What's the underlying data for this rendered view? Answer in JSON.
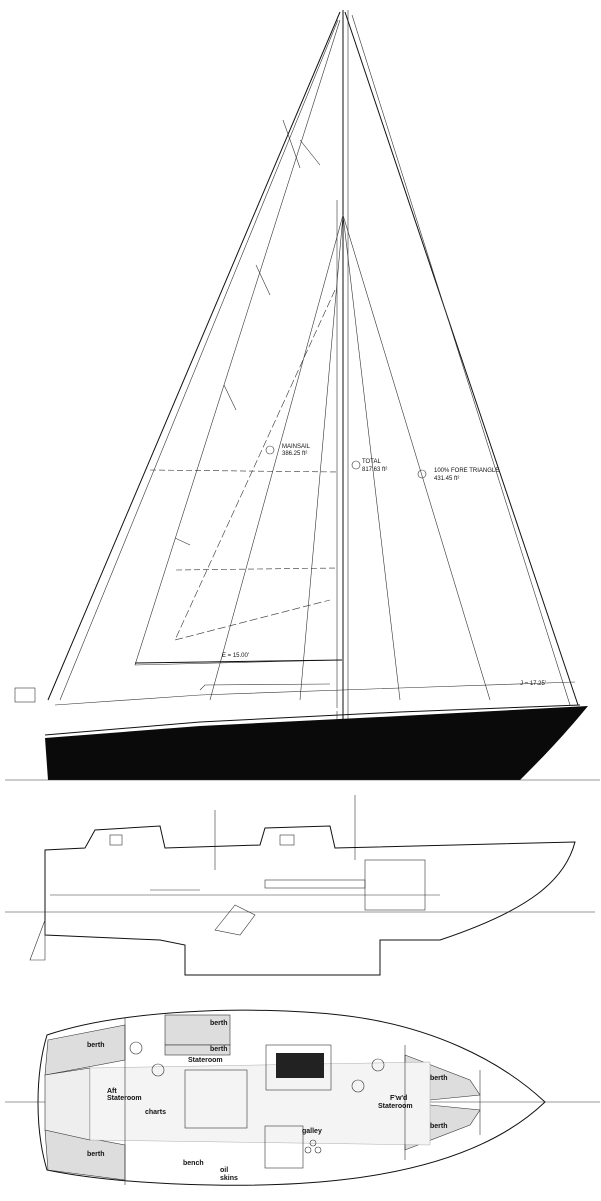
{
  "sail_plan": {
    "mainsail_label": "MAINSAIL",
    "mainsail_area": "386.25 ft²",
    "total_label": "TOTAL",
    "total_area": "817.63 ft²",
    "foretriangle_label": "100% FORE TRIANGLE",
    "foretriangle_area": "431.45 ft²",
    "e_dim": "E = 15.00'",
    "j_dim": "J = 17.25'"
  },
  "accommodation": {
    "labels": [
      "berth",
      "berth",
      "berth",
      "Stateroom",
      "Aft",
      "Stateroom",
      "charts",
      "galley",
      "bench",
      "oil",
      "skins",
      "F'w'd",
      "Stateroom",
      "berth",
      "berth"
    ]
  },
  "colors": {
    "ink": "#111111",
    "hull": "#0a0a0a",
    "stipple": "#d8d8d8"
  }
}
